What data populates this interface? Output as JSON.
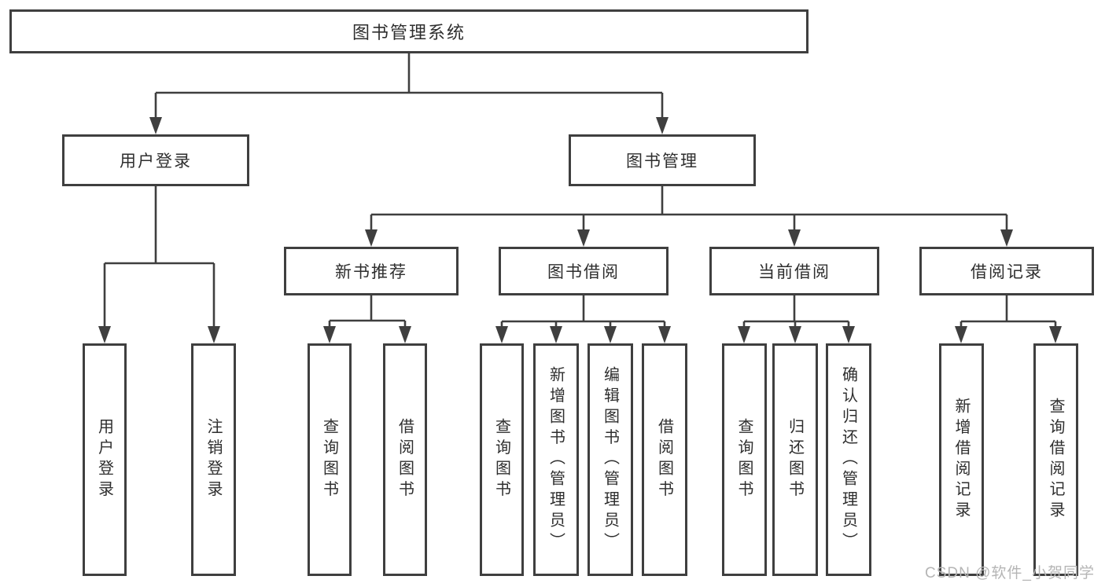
{
  "tree": {
    "label": "图书管理系统",
    "children": [
      {
        "label": "用户登录",
        "children": [
          {
            "label": "用户登录"
          },
          {
            "label": "注销登录"
          }
        ]
      },
      {
        "label": "图书管理",
        "children": [
          {
            "label": "新书推荐",
            "children": [
              {
                "label": "查询图书"
              },
              {
                "label": "借阅图书"
              }
            ]
          },
          {
            "label": "图书借阅",
            "children": [
              {
                "label": "查询图书"
              },
              {
                "label": "新增图书（管理员）"
              },
              {
                "label": "编辑图书（管理员）"
              },
              {
                "label": "借阅图书"
              }
            ]
          },
          {
            "label": "当前借阅",
            "children": [
              {
                "label": "查询图书"
              },
              {
                "label": "归还图书"
              },
              {
                "label": "确认归还（管理员）"
              }
            ]
          },
          {
            "label": "借阅记录",
            "children": [
              {
                "label": "新增借阅记录"
              },
              {
                "label": "查询借阅记录"
              }
            ]
          }
        ]
      }
    ]
  },
  "watermark": "CSDN @软件_小贺同学",
  "colors": {
    "line": "#3f3f3f",
    "box_border": "#3f3f3f",
    "text": "#2e2e2e",
    "watermark": "#b5b5b5",
    "background": "#ffffff"
  }
}
